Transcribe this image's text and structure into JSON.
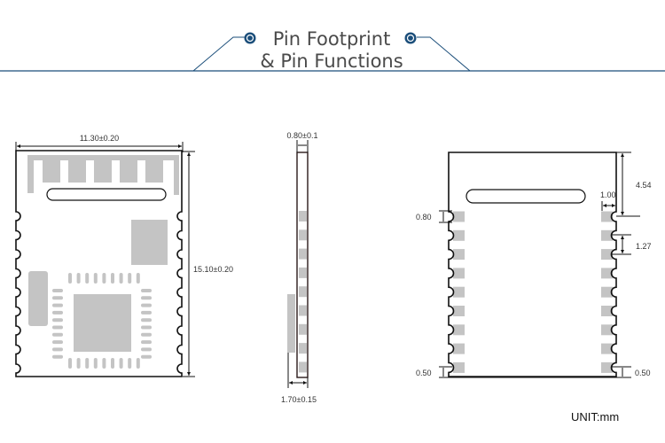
{
  "header": {
    "title_line1": "Pin Footprint",
    "title_line2": "& Pin Functions",
    "accent_color": "#1b4e7a"
  },
  "top_view": {
    "width_label": "11.30±0.20",
    "height_label": "15.10±0.20"
  },
  "side_view": {
    "thickness_label": "0.80±0.1",
    "total_label": "1.70±0.15"
  },
  "footprint_view": {
    "pad_height_label": "0.80",
    "pad_offset_label": "4.54",
    "pad_depth_label": "1.00",
    "pitch_label": "1.27",
    "bottom_left_label": "0.50",
    "bottom_right_label": "0.50",
    "pins_per_side": 9
  },
  "unit_label": "UNIT:mm",
  "colors": {
    "pad": "#c4c4c4",
    "line": "#111111"
  }
}
